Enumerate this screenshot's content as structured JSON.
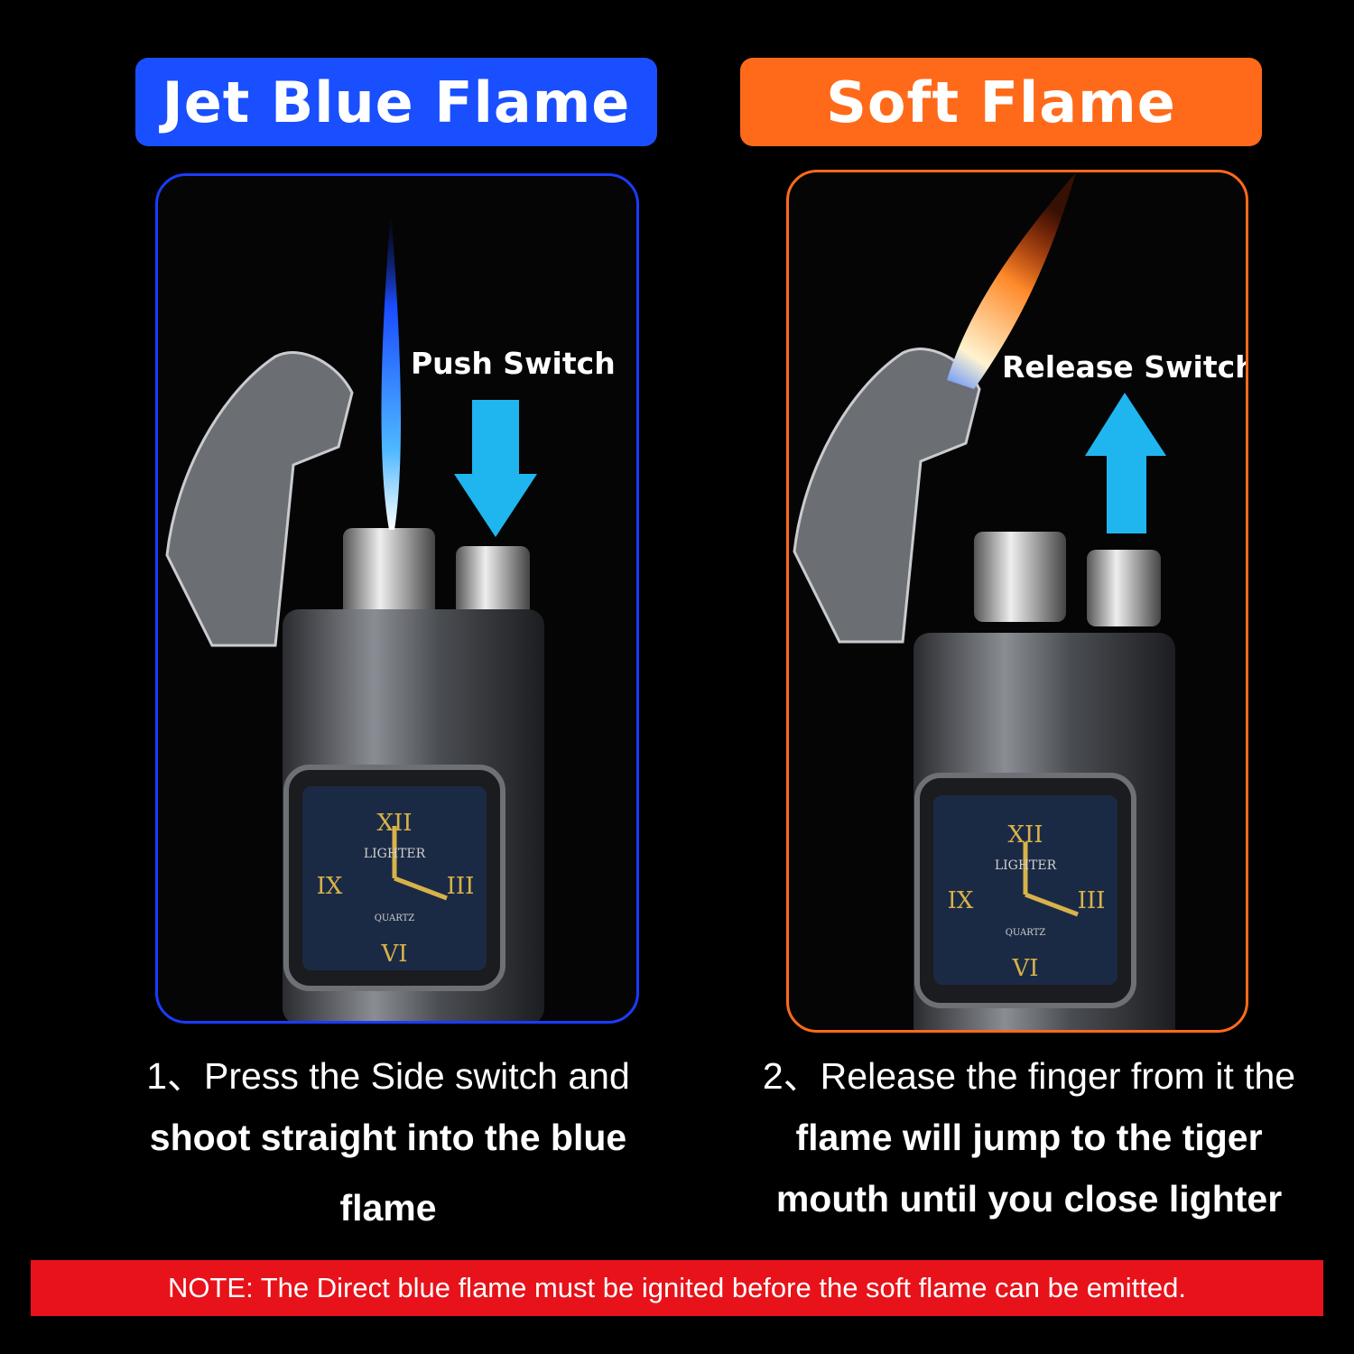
{
  "colors": {
    "blue": "#1a4fff",
    "orange": "#ff6a1a",
    "note_red": "#e8121a",
    "arrow": "#1fb6f0"
  },
  "left": {
    "title": "Jet Blue Flame",
    "switch_label": "Push Switch",
    "arrow_direction": "down",
    "caption_line1": "1、Press the Side switch and",
    "caption_line2": "shoot straight into the blue",
    "caption_line3": "flame"
  },
  "right": {
    "title": "Soft Flame",
    "switch_label": "Release Switch",
    "arrow_direction": "up",
    "caption_line1": "2、Release the finger from it the",
    "caption_line2": "flame will jump to the tiger",
    "caption_line3": "mouth until you close lighter"
  },
  "product": {
    "watch_brand": "LIGHTER",
    "watch_movement": "QUARTZ",
    "numerals": [
      "XII",
      "III",
      "VI",
      "IX"
    ]
  },
  "note": "NOTE: The Direct blue flame must be ignited before the soft flame can be emitted."
}
